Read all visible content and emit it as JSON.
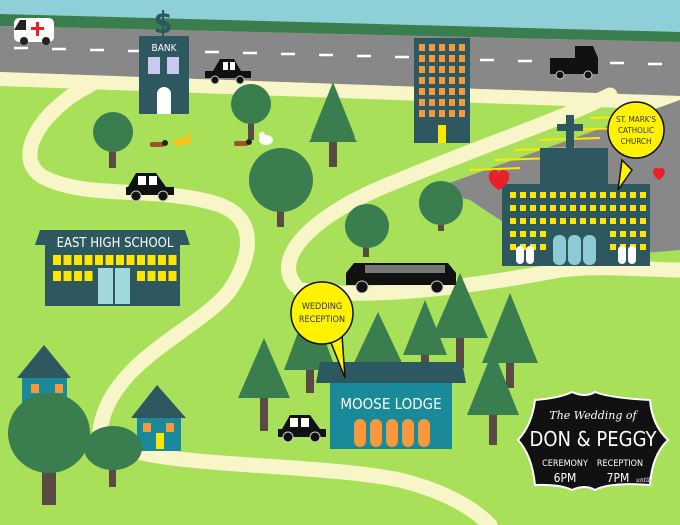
{
  "buildings": {
    "bank": "BANK",
    "school": "EAST HIGH SCHOOL",
    "lodge": "MOOSE LODGE"
  },
  "bubbles": {
    "church": [
      "ST. MARK'S",
      "CATHOLIC",
      "CHURCH"
    ],
    "reception": [
      "WEDDING",
      "RECEPTION"
    ]
  },
  "invitation": {
    "intro": "The Wedding of",
    "couple": "DON & PEGGY",
    "ceremony_label": "CEREMONY",
    "ceremony_time": "6PM",
    "reception_label": "RECEPTION",
    "reception_time": "7PM",
    "reception_suffix": "until"
  },
  "icons": [
    "dollar-sign-icon",
    "ambulance-icon",
    "car-icon",
    "truck-icon",
    "limousine-icon",
    "heart-icon",
    "cross-icon",
    "dog-icon",
    "cat-icon",
    "tree-icon",
    "house-icon"
  ],
  "colors": {
    "sky": "#8ecfd8",
    "grass": "#a8e05a",
    "road": "#888888",
    "path": "#f8f6c8",
    "tree": "#3a7d4f",
    "building": "#2e5860",
    "window": "#ffe600",
    "lodge": "#1a8a9a",
    "door": "#f7993a",
    "bubble": "#fff200",
    "heart": "#e8202a"
  }
}
